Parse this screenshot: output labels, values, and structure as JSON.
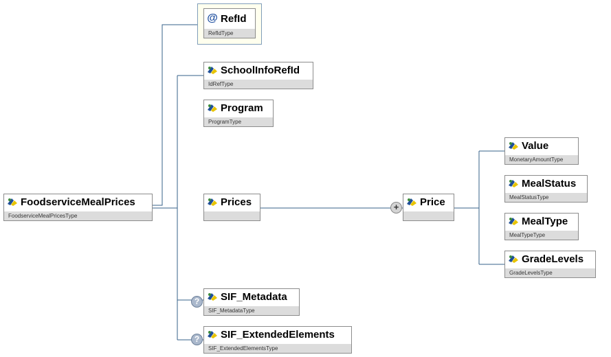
{
  "colors": {
    "connector": "#36608a",
    "type_bar": "#dcdcdc",
    "border": "#8c8c8c"
  },
  "nodes": {
    "root": {
      "name": "FoodserviceMealPrices",
      "type": "FoodserviceMealPricesType"
    },
    "refid": {
      "name": "RefId",
      "type": "RefIdType",
      "icon": "at-sign-icon"
    },
    "school": {
      "name": "SchoolInfoRefId",
      "type": "IdRefType"
    },
    "program": {
      "name": "Program",
      "type": "ProgramType"
    },
    "prices": {
      "name": "Prices",
      "type": ""
    },
    "price": {
      "name": "Price",
      "type": ""
    },
    "value": {
      "name": "Value",
      "type": "MonetaryAmountType"
    },
    "mealstatus": {
      "name": "MealStatus",
      "type": "MealStatusType"
    },
    "mealtype": {
      "name": "MealType",
      "type": "MealTypeType"
    },
    "gradelevels": {
      "name": "GradeLevels",
      "type": "GradeLevelsType"
    },
    "sifmeta": {
      "name": "SIF_Metadata",
      "type": "SIF_MetadataType"
    },
    "sifext": {
      "name": "SIF_ExtendedElements",
      "type": "SIF_ExtendedElementsType"
    }
  },
  "markers": {
    "optional": "?",
    "expand": "+"
  }
}
